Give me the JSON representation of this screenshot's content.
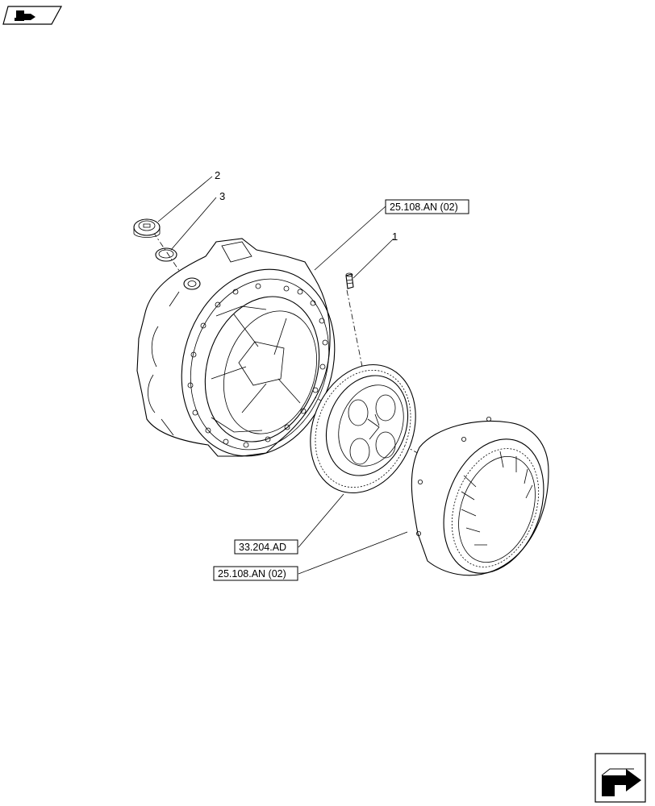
{
  "icons": {
    "top_left": "previous-page-icon",
    "bottom_right": "next-page-icon"
  },
  "callouts": {
    "item_1": "1",
    "item_2": "2",
    "item_3": "3"
  },
  "references": {
    "housing_ref": "25.108.AN (02)",
    "carrier_ref": "33.204.AD",
    "ring_gear_ref": "25.108.AN (02)"
  }
}
